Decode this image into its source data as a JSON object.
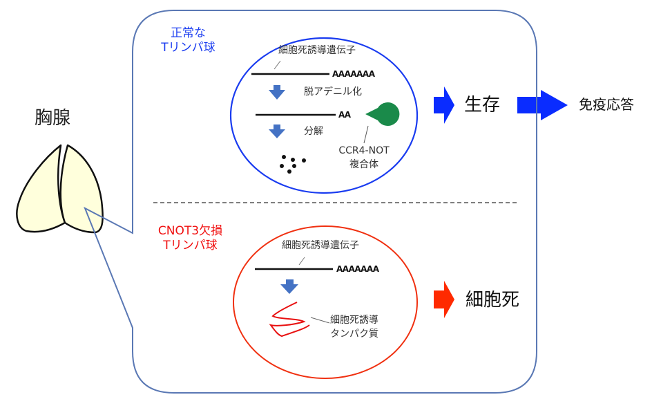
{
  "thymus": {
    "label": "胸腺",
    "fill": "#ffffdc"
  },
  "panel": {
    "border_color": "#5a78b4"
  },
  "normal_cell": {
    "title_line1": "正常な",
    "title_line2": "Tリンパ球",
    "title_color": "#1a3cf0",
    "membrane_color": "#1a3cf0",
    "gene_label": "細胞死誘導遺伝子",
    "polyA_full": "AAAAAAA",
    "step1": "脱アデニル化",
    "polyA_short": "AA",
    "step2": "分解",
    "complex_line1": "CCR4-NOT",
    "complex_line2": "複合体",
    "complex_color": "#1a8a4a",
    "outcome": "生存",
    "outcome_arrow_color": "#0a2cff",
    "final": "免疫応答"
  },
  "ko_cell": {
    "title_line1": "CNOT3欠損",
    "title_line2": "Tリンパ球",
    "title_color": "#f01010",
    "membrane_color": "#f03010",
    "gene_label": "細胞死誘導遺伝子",
    "polyA_full": "AAAAAAA",
    "protein_line1": "細胞死誘導",
    "protein_line2": "タンパク質",
    "protein_color": "#e81010",
    "outcome": "細胞死",
    "outcome_arrow_color": "#ff2a00"
  },
  "step_arrow_color": "#4472c4"
}
